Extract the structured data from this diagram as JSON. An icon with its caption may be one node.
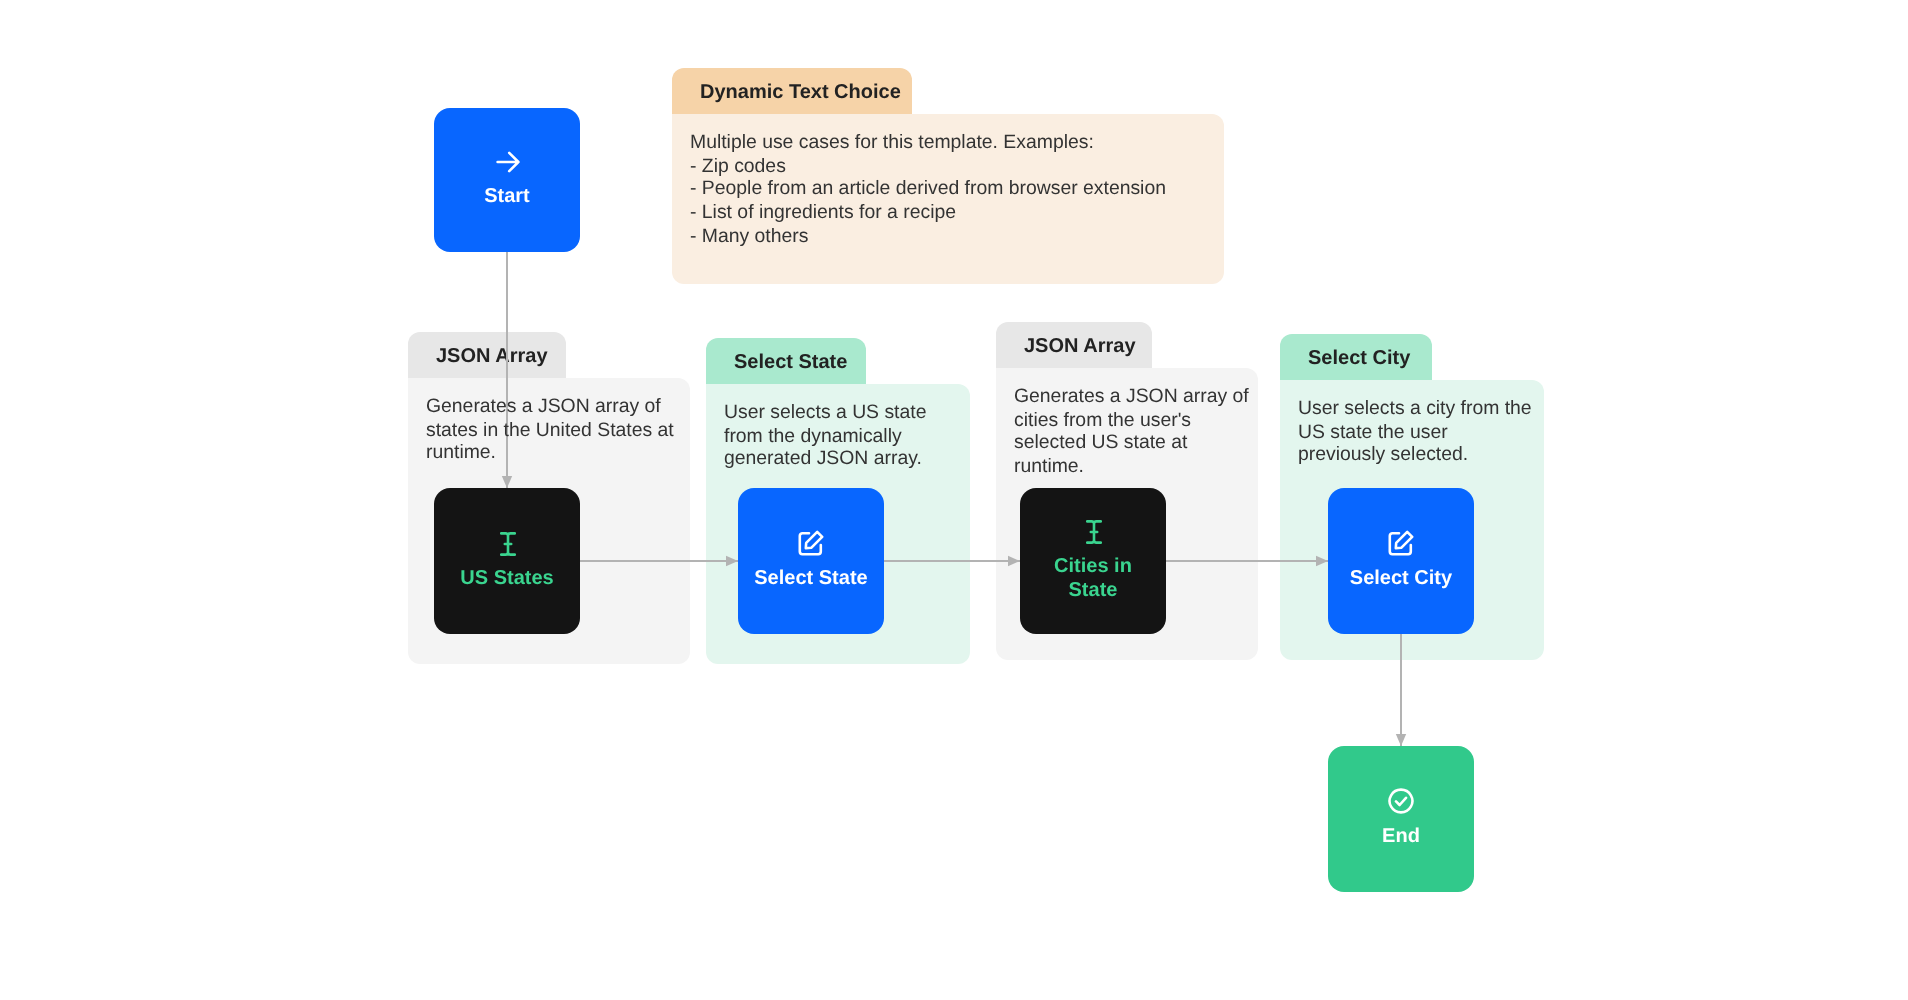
{
  "diagram": {
    "nodes": [
      {
        "text": [
          "Start"
        ]
      },
      {
        "text": [
          "Dynamic Text Choice",
          "Multiple use cases for this template. Examples:",
          "- Zip codes",
          "- People from an article derived from browser extension",
          "- List of ingredients for a recipe",
          "- Many others"
        ]
      },
      {
        "text": [
          "JSON Array",
          "Generates a JSON array of states in the United States at runtime."
        ]
      },
      {
        "text": [
          "US States"
        ],
        "in": 2
      },
      {
        "text": [
          "Select State",
          "User selects a US state from the dynamically generated JSON array."
        ]
      },
      {
        "text": [
          "Select State"
        ],
        "in": 4
      },
      {
        "text": [
          "JSON Array",
          "Generates a JSON array of cities from the user's selected US state at runtime."
        ]
      },
      {
        "text": [
          "Cities in State"
        ],
        "in": 6
      },
      {
        "text": [
          "Select City",
          "User selects a city from the US state the user previously selected."
        ]
      },
      {
        "text": [
          "Select City"
        ],
        "in": 8
      },
      {
        "text": [
          "End"
        ]
      }
    ],
    "edges": [
      {
        "from": 0,
        "to": 3,
        "arrow": "to"
      },
      {
        "from": 3,
        "to": 5,
        "arrow": "to"
      },
      {
        "from": 5,
        "to": 7,
        "arrow": "to"
      },
      {
        "from": 7,
        "to": 9,
        "arrow": "to"
      },
      {
        "from": 9,
        "to": 10,
        "arrow": "to"
      }
    ]
  }
}
